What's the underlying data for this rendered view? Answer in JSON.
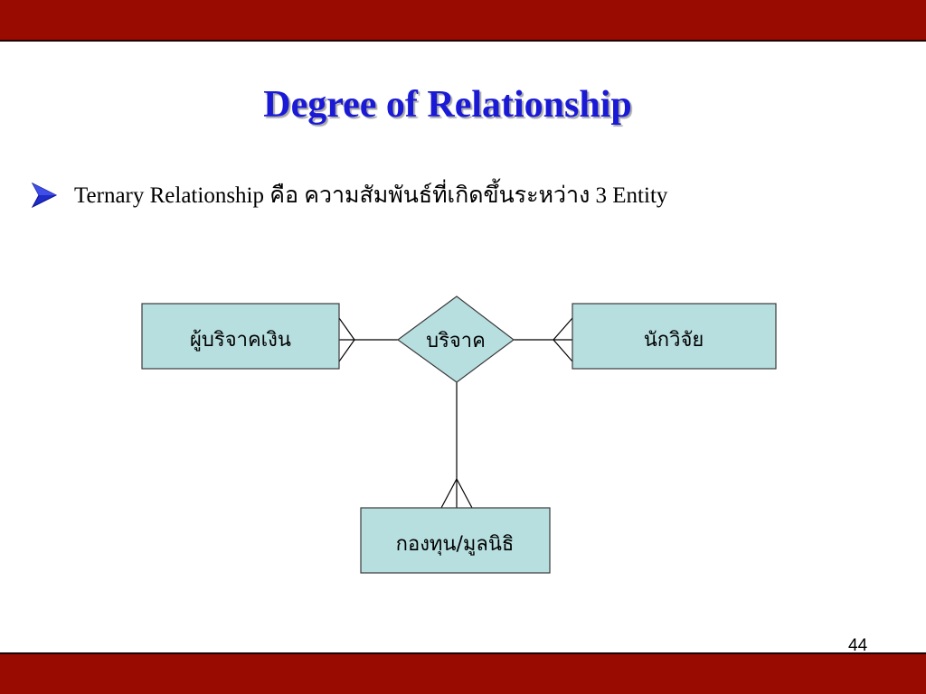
{
  "slide": {
    "title": "Degree of  Relationship",
    "bullet": "Ternary  Relationship  คือ  ความสัมพันธ์ที่เกิดขึ้นระหว่าง 3  Entity",
    "page_number": "44"
  },
  "diagram": {
    "entities": {
      "donor": "ผู้บริจาคเงิน",
      "researcher": "นักวิจัย",
      "fund": "กองทุน/มูลนิธิ"
    },
    "relationship": "บริจาค"
  },
  "colors": {
    "bar": "#990a00",
    "title": "#1a1ad6",
    "shape_fill": "#b8dfe0",
    "bullet_arrow": "#1f2cc8"
  }
}
